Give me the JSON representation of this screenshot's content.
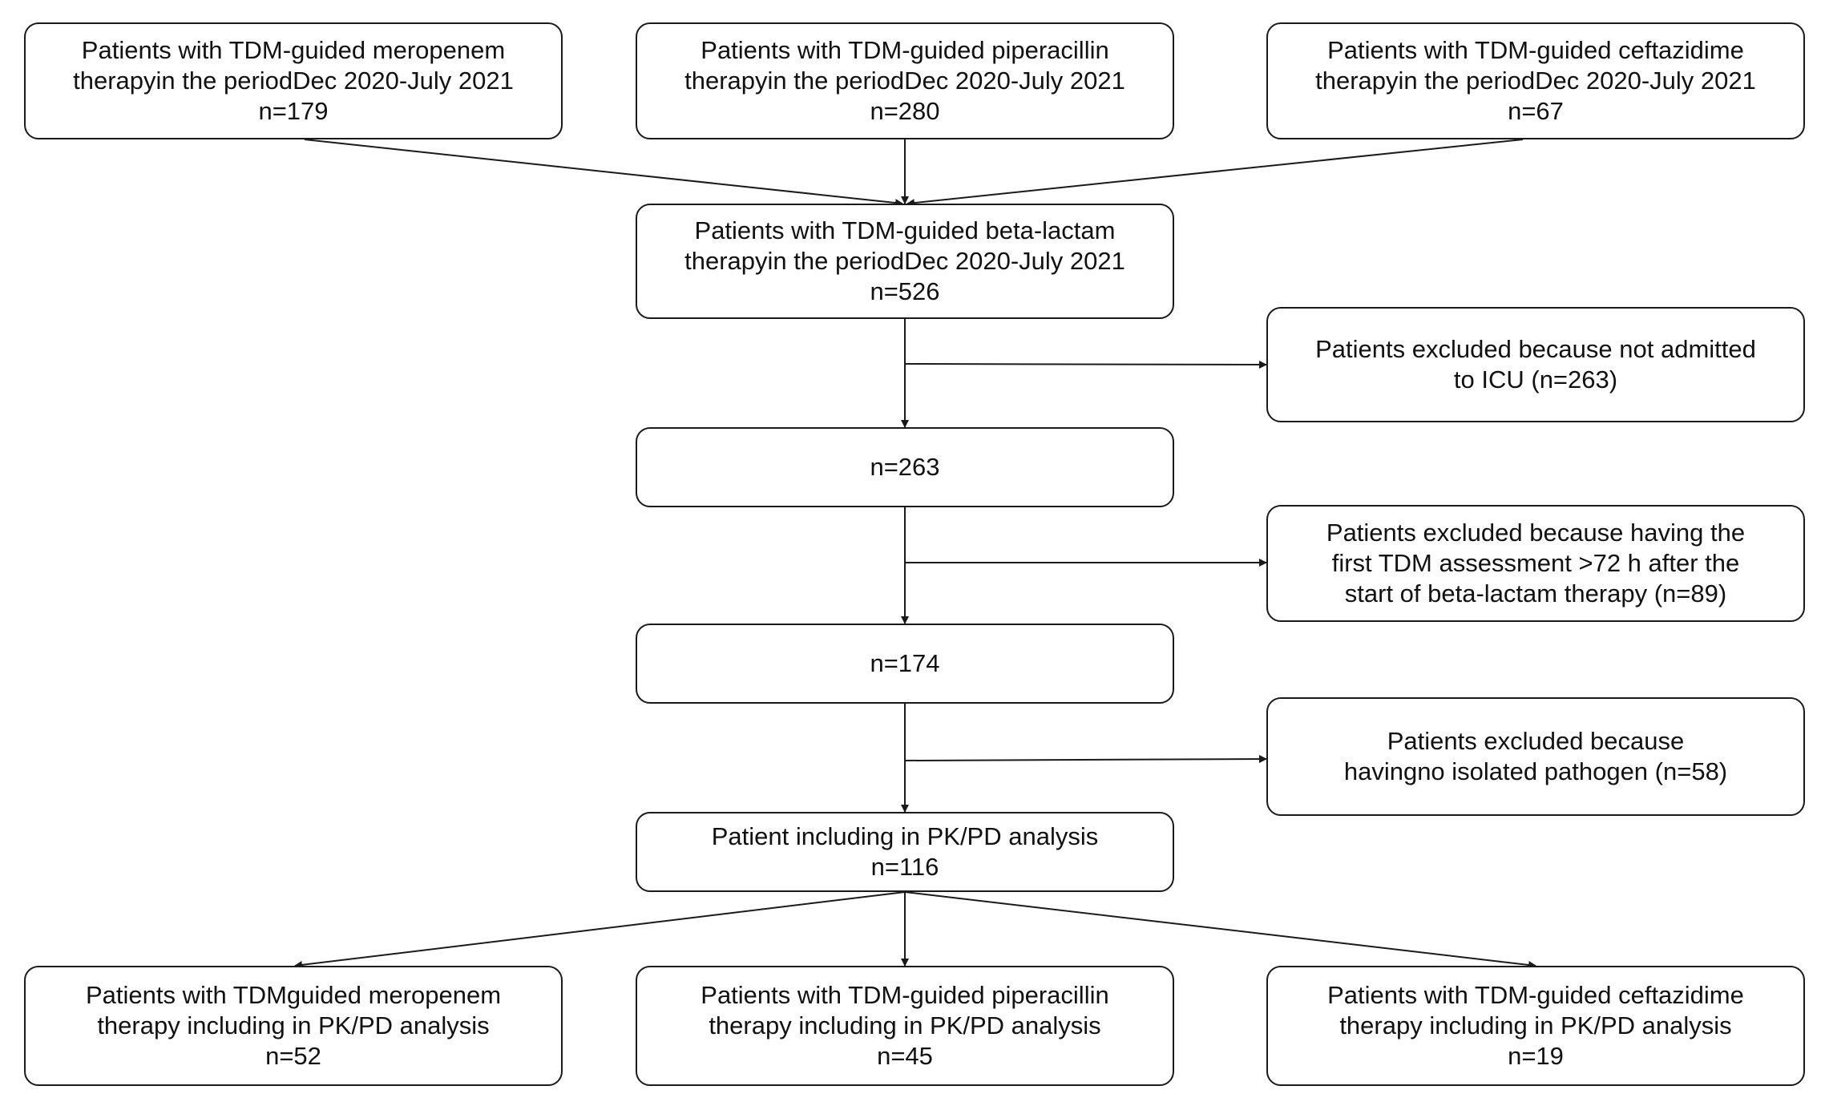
{
  "source_boxes": {
    "meropenem": {
      "line1": "Patients with  TDM-guided meropenem",
      "line2": "therapyin the periodDec 2020-July 2021",
      "n": "n=179"
    },
    "piperacillin": {
      "line1": "Patients with  TDM-guided piperacillin",
      "line2": "therapyin the periodDec 2020-July 2021",
      "n": "n=280"
    },
    "ceftazidime": {
      "line1": "Patients with  TDM-guided ceftazidime",
      "line2": "therapyin the periodDec 2020-July 2021",
      "n": "n=67"
    }
  },
  "betalactam_box": {
    "line1": "Patients with  TDM-guided beta-lactam",
    "line2": "therapyin the periodDec 2020-July 2021",
    "n": "n=526"
  },
  "exclusion_icu": {
    "line1": "Patients excluded because not admitted",
    "line2": "to ICU (n=263)"
  },
  "after_icu_box": {
    "n": "n=263"
  },
  "exclusion_tdm_timing": {
    "line1": "Patients excluded because having the",
    "line2": "first TDM assessment >72 h after the",
    "line3": "start of beta-lactam therapy (n=89)"
  },
  "after_tdm_box": {
    "n": "n=174"
  },
  "exclusion_pathogen": {
    "line1": "Patients excluded because",
    "line2": "havingno isolated pathogen (n=58)"
  },
  "pkpd_box": {
    "line1": "Patient including in PK/PD analysis",
    "n": "n=116"
  },
  "outcome_boxes": {
    "meropenem": {
      "line1": "Patients with TDMguided meropenem",
      "line2": "therapy including in PK/PD analysis",
      "n": "n=52"
    },
    "piperacillin": {
      "line1": "Patients with TDM-guided piperacillin",
      "line2": "therapy including in PK/PD analysis",
      "n": "n=45"
    },
    "ceftazidime": {
      "line1": "Patients with TDM-guided ceftazidime",
      "line2": "therapy including in PK/PD analysis",
      "n": "n=19"
    }
  },
  "colors": {
    "stroke": "#1a1a1a",
    "text": "#111111",
    "background": "#ffffff"
  }
}
